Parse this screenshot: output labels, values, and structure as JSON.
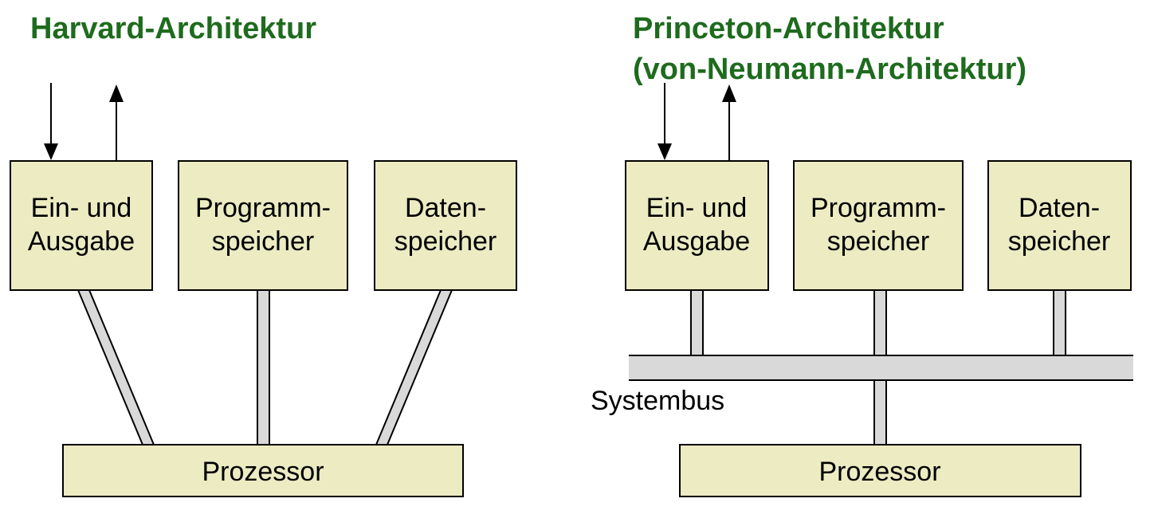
{
  "harvard": {
    "title": "Harvard-Architektur",
    "io": {
      "line1": "Ein- und",
      "line2": "Ausgabe"
    },
    "program_memory": {
      "line1": "Programm-",
      "line2": "speicher"
    },
    "data_memory": {
      "line1": "Daten-",
      "line2": "speicher"
    },
    "processor": "Prozessor"
  },
  "princeton": {
    "title_line1": "Princeton-Architektur",
    "title_line2": "(von-Neumann-Architektur)",
    "io": {
      "line1": "Ein- und",
      "line2": "Ausgabe"
    },
    "program_memory": {
      "line1": "Programm-",
      "line2": "speicher"
    },
    "data_memory": {
      "line1": "Daten-",
      "line2": "speicher"
    },
    "system_bus": "Systembus",
    "processor": "Prozessor"
  },
  "colors": {
    "title": "#1e6b1e",
    "box_fill": "#ecebc2",
    "bus_fill": "#d9d9d9"
  }
}
